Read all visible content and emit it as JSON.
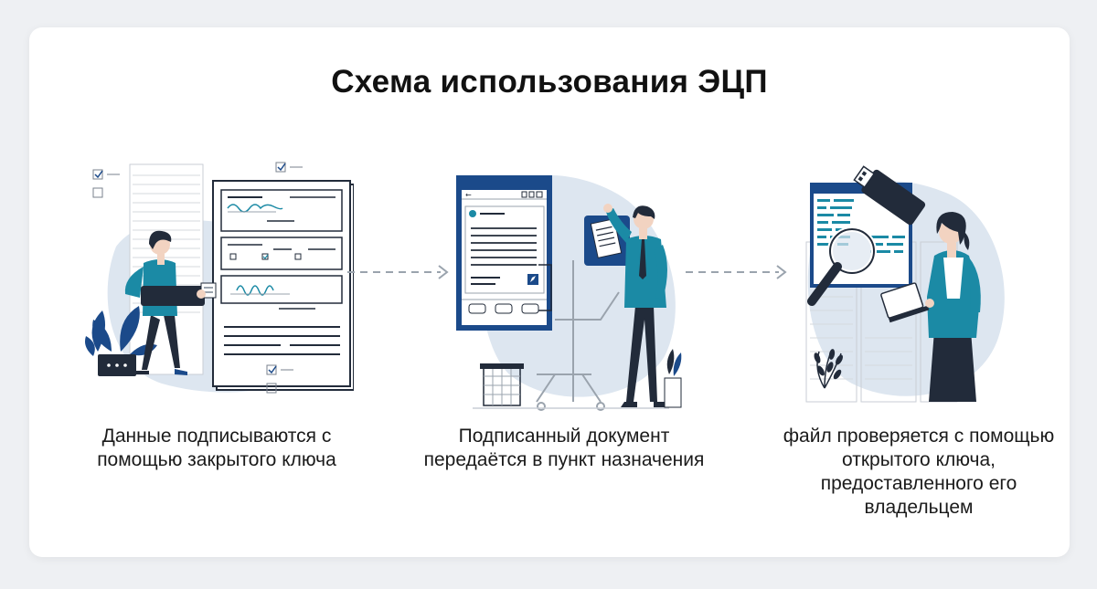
{
  "title": "Схема использования ЭЦП",
  "colors": {
    "blob": "#dde6f0",
    "navy": "#1b4a8a",
    "teal": "#1b8aa5",
    "dark": "#222b3a",
    "gray": "#9aa3ad"
  },
  "steps": [
    {
      "id": "sign",
      "icon": "person-signing-document-icon",
      "caption": "Данные подписываются с помощью закрытого ключа"
    },
    {
      "id": "transfer",
      "icon": "person-sending-document-icon",
      "caption": "Подписанный документ передаётся в пункт назначения"
    },
    {
      "id": "verify",
      "icon": "person-verifying-file-icon",
      "caption": "файл проверяется с помощью открытого ключа, предоставленного его владельцем"
    }
  ],
  "connectors": [
    "arrow-right-icon",
    "arrow-right-icon"
  ]
}
